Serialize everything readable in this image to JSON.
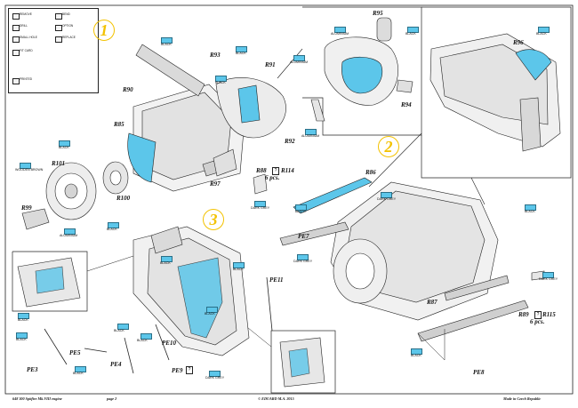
{
  "legend": {
    "items": [
      "REMOVE",
      "BEND",
      "DRILL",
      "OPTION",
      "REPLACE",
      "SMALL HOLE",
      "FIT CARD",
      "PRINTED"
    ]
  },
  "step_numbers": [
    "1",
    "2",
    "3"
  ],
  "part_labels": {
    "r90": "R90",
    "r93": "R93",
    "r91": "R91",
    "r85": "R85",
    "r92": "R92",
    "r95": "R95",
    "r94": "R94",
    "r96": "R96",
    "r101": "R101",
    "r100": "R100",
    "r99": "R99",
    "r97": "R97",
    "r88": "R88",
    "r88_box": "?",
    "r114": "R114",
    "r88_qty": "6 pcs.",
    "r86": "R86",
    "pe7": "PE7",
    "pe11": "PE11",
    "r87": "R87",
    "r89": "R89",
    "r89_box": "?",
    "r115": "R115",
    "r89_qty": "6 pcs.",
    "pe8": "PE8",
    "pe3": "PE3",
    "pe5": "PE5",
    "pe4": "PE4",
    "pe10": "PE10",
    "pe9": "PE9",
    "pe9_box": "?"
  },
  "tags": {
    "t1": "BLACK",
    "t2": "BLACK",
    "t3": "ALUMINIUM",
    "t4": "BLACK",
    "t5": "ALUMINIUM",
    "t6": "BLACK",
    "t7": "BLACK",
    "t8": "ALUMINIUM",
    "t9": "BLACK",
    "t10": "WOODEN BROWN",
    "t11": "ALUMINIUM",
    "t12": "BLACK",
    "t13": "DARK GREY",
    "t14": "DARK GREY",
    "t15": "DARK GREY",
    "t16": "DARK GREY",
    "t17": "BLACK",
    "t18": "BLACK",
    "t19": "BLACK",
    "t20": "BLACK",
    "t21": "BLACK",
    "t22": "BLACK",
    "t23": "BLACK",
    "t24": "DARK GREY",
    "t25": "BLACK",
    "t26": "BLACK",
    "t27": "BLACK",
    "t28": "BLACK"
  },
  "footer": {
    "left": "648 300   Spitfire Mk.VIII engine",
    "page": "page 2",
    "center": "© EDUARD  M.A.  2015",
    "right": "Made in Czech Republic"
  },
  "colors": {
    "part_highlight": "#5cc6ea",
    "step_number": "#f3c200",
    "line": "#222222"
  }
}
